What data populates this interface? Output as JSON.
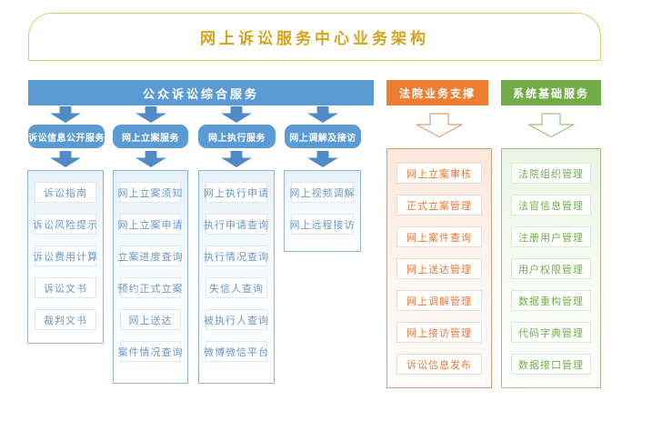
{
  "title": "网上诉讼服务中心业务架构",
  "colors": {
    "public_accent": "#5b9bd5",
    "court_accent": "#ed7d31",
    "system_accent": "#70ad47",
    "title_gold": "#d7a31d"
  },
  "public_section": {
    "header": "公众诉讼综合服务",
    "groups": [
      {
        "name": "诉讼信息公开服务",
        "items": [
          "诉讼指南",
          "诉讼风险提示",
          "诉讼费用计算",
          "诉讼文书",
          "裁判文书"
        ]
      },
      {
        "name": "网上立案服务",
        "items": [
          "网上立案须知",
          "网上立案申请",
          "立案进度查询",
          "预约正式立案",
          "网上送达",
          "案件情况查询"
        ]
      },
      {
        "name": "网上执行服务",
        "items": [
          "网上执行申请",
          "执行申请查询",
          "执行情况查询",
          "失信人查询",
          "被执行人查询",
          "微博微信平台"
        ]
      },
      {
        "name": "网上调解及接访",
        "items": [
          "网上视频调解",
          "网上远程接访"
        ]
      }
    ]
  },
  "court_section": {
    "header": "法院业务支撑",
    "items": [
      "网上立案审核",
      "正式立案管理",
      "网上案件查询",
      "网上送达管理",
      "网上调解管理",
      "网上接访管理",
      "诉讼信息发布"
    ]
  },
  "system_section": {
    "header": "系统基础服务",
    "items": [
      "法院组织管理",
      "法官信息管理",
      "注册用户管理",
      "用户权限管理",
      "数据重构管理",
      "代码字典管理",
      "数据接口管理"
    ]
  }
}
